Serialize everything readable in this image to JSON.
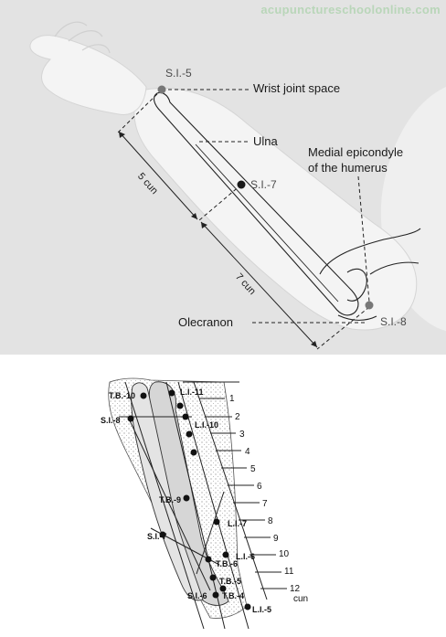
{
  "watermark": "acupunctureschoolonline.com",
  "top": {
    "points": {
      "si5": "S.I.-5",
      "si7": "S.I.-7",
      "si8": "S.I.-8"
    },
    "labels": {
      "wrist": "Wrist joint space",
      "ulna": "Ulna",
      "medial_line1": "Medial epicondyle",
      "medial_line2": "of the humerus",
      "olecranon": "Olecranon"
    },
    "measures": {
      "five_cun": "5 cun",
      "seven_cun": "7 cun"
    }
  },
  "bottom": {
    "points": {
      "tb10": "T.B.-10",
      "li11": "L.I.-11",
      "si8": "S.I.-8",
      "li10": "L.I.-10",
      "tb9": "T.B.-9",
      "li7": "L.I.-7",
      "si7": "S.I.-7",
      "li6": "L.I.-6",
      "tb6": "T.B.-6",
      "tb5": "T.B.-5",
      "si6": "S.I.-6",
      "tb4": "T.B.-4",
      "li5": "L.I.-5"
    },
    "scale": [
      "1",
      "2",
      "3",
      "4",
      "5",
      "6",
      "7",
      "8",
      "9",
      "10",
      "11",
      "12"
    ],
    "scale_unit": "cun"
  },
  "colors": {
    "background_top": "#e3e3e3",
    "skin": "#f3f3f3",
    "point": "#1a1a1a",
    "watermark": "#b9d6b9"
  }
}
